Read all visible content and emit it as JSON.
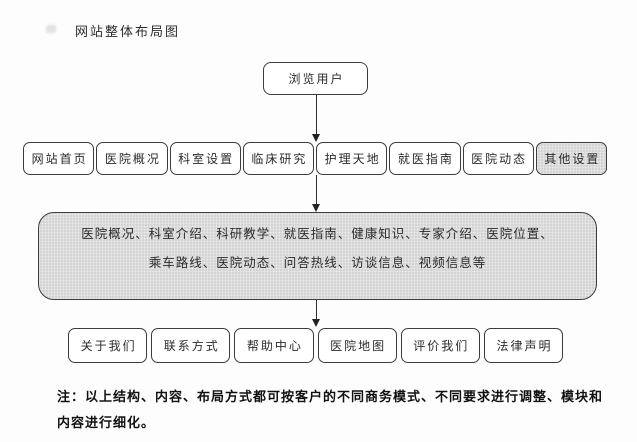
{
  "page": {
    "title": "网站整体布局图",
    "note": {
      "line1": "注：以上结构、内容、布局方式都可按客户的不同商务模式、不同要求进行调整、模块和",
      "line2": "内容进行细化。"
    }
  },
  "diagram": {
    "root": {
      "label": "浏览用户"
    },
    "nav_row": {
      "items": [
        {
          "label": "网站首页",
          "highlighted": false
        },
        {
          "label": "医院概况",
          "highlighted": false
        },
        {
          "label": "科室设置",
          "highlighted": false
        },
        {
          "label": "临床研究",
          "highlighted": false
        },
        {
          "label": "护理天地",
          "highlighted": false
        },
        {
          "label": "就医指南",
          "highlighted": false
        },
        {
          "label": "医院动态",
          "highlighted": false
        },
        {
          "label": "其他设置",
          "highlighted": true
        }
      ]
    },
    "content_box": {
      "line1": "医院概况、科室介绍、科研教学、就医指南、健康知识、专家介绍、医院位置、",
      "line2": "乘车路线、医院动态、问答热线、访谈信息、视频信息等"
    },
    "footer_row": {
      "items": [
        {
          "label": "关于我们"
        },
        {
          "label": "联系方式"
        },
        {
          "label": "帮助中心"
        },
        {
          "label": "医院地图"
        },
        {
          "label": "评价我们"
        },
        {
          "label": "法律声明"
        }
      ]
    }
  },
  "colors": {
    "border": "#3c3c3c",
    "text": "#2b2b2b",
    "shaded_fill": "#d4d4d4",
    "background": "#fdfdfd"
  }
}
